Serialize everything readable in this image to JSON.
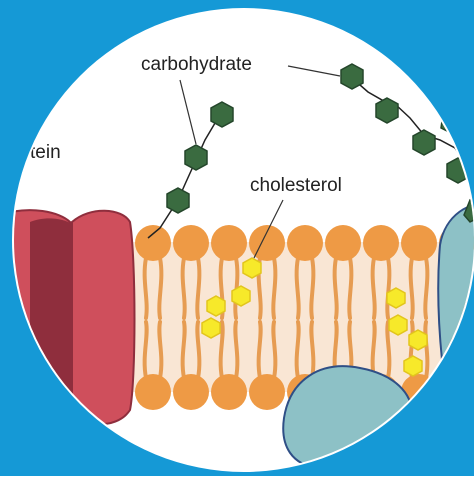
{
  "labels": {
    "carbohydrate": "carbohydrate",
    "cholesterol": "cholesterol",
    "protein_partial": "tein"
  },
  "colors": {
    "background": "#1599d6",
    "circle": "#ffffff",
    "lipid_head": "#ee9a45",
    "lipid_tail": "#e69c52",
    "bilayer_fill": "#f9e6d4",
    "cholesterol": "#f7e92a",
    "cholesterol_outline": "#e2c51c",
    "carbohydrate": "#3a6b40",
    "carbohydrate_dark": "#24462b",
    "protein_red": "#cf4f5c",
    "protein_dark_red": "#8f2e3d",
    "peripheral_protein": "#8dc1c6",
    "peripheral_outline": "#2f4f86"
  }
}
